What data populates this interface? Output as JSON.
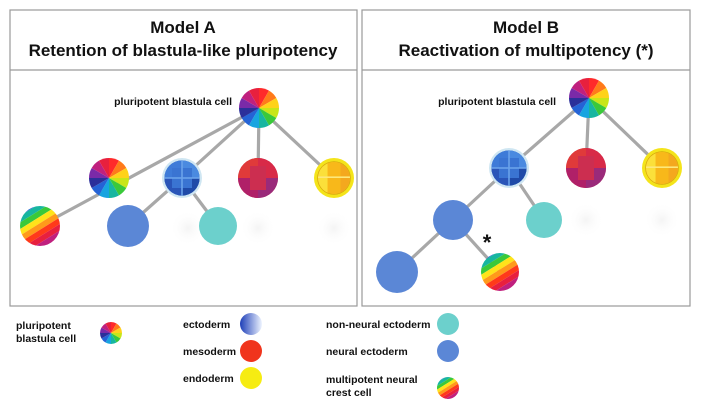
{
  "colors": {
    "panel_border": "#9a9a9a",
    "edge": "#a8a8a8",
    "neural_ectoderm": "#5b87d6",
    "non_neural_ectoderm": "#6cd0cc",
    "mesoderm": "#e83a2c",
    "endoderm": "#f6e31b"
  },
  "panels": {
    "a": {
      "title": "Model A",
      "subtitle": "Retention of blastula-like pluripotency",
      "root_label": "pluripotent blastula cell"
    },
    "b": {
      "title": "Model B",
      "subtitle": "Reactivation of multipotency (*)",
      "root_label": "pluripotent blastula cell",
      "marker": "*"
    }
  },
  "legend": {
    "pluripotent_1": "pluripotent",
    "pluripotent_2": "blastula cell",
    "ectoderm": "ectoderm",
    "mesoderm": "mesoderm",
    "endoderm": "endoderm",
    "non_neural": "non-neural ectoderm",
    "neural": "neural ectoderm",
    "neural_crest_1": "multipotent neural",
    "neural_crest_2": "crest cell"
  }
}
